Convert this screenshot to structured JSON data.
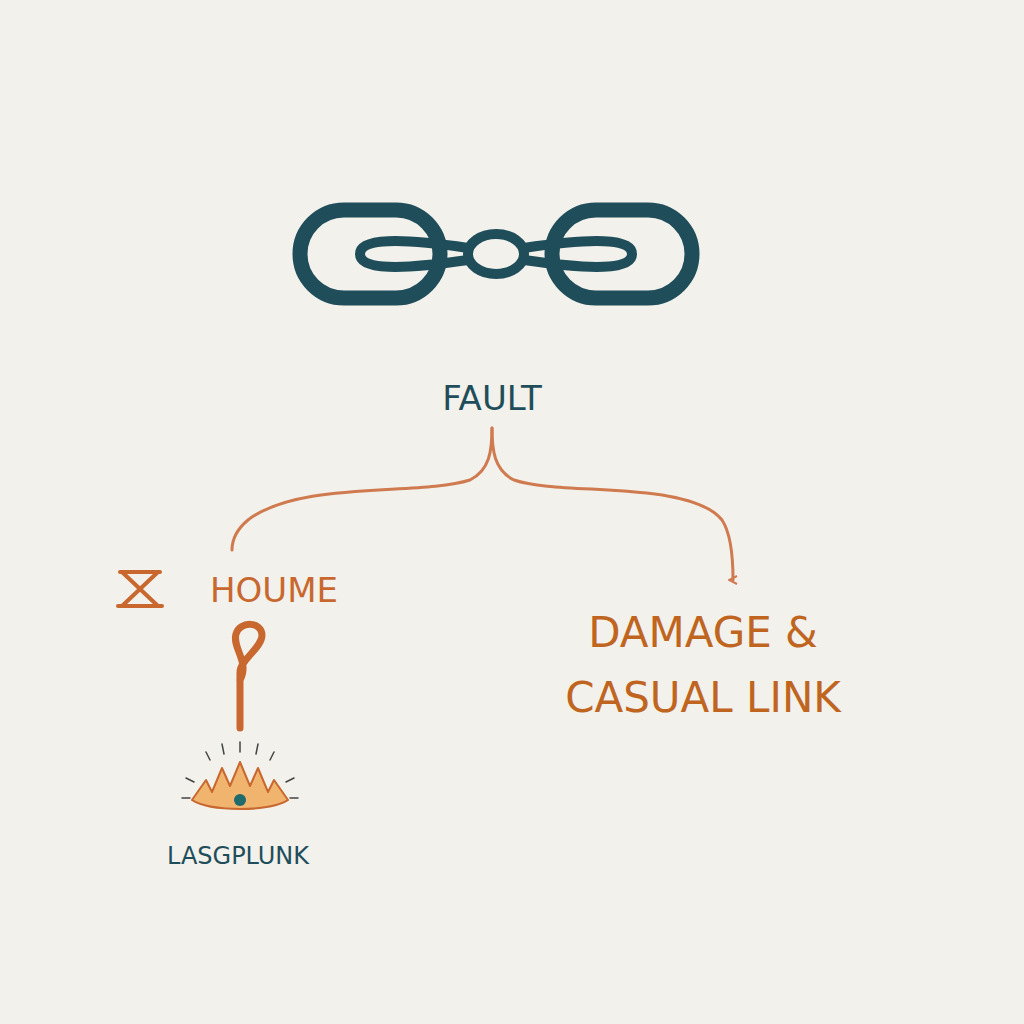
{
  "diagram": {
    "labels": [
      "FAULT",
      "HOUME",
      "DAMAGE & CASUAL LINK",
      "LASGPLUNK"
    ]
  }
}
